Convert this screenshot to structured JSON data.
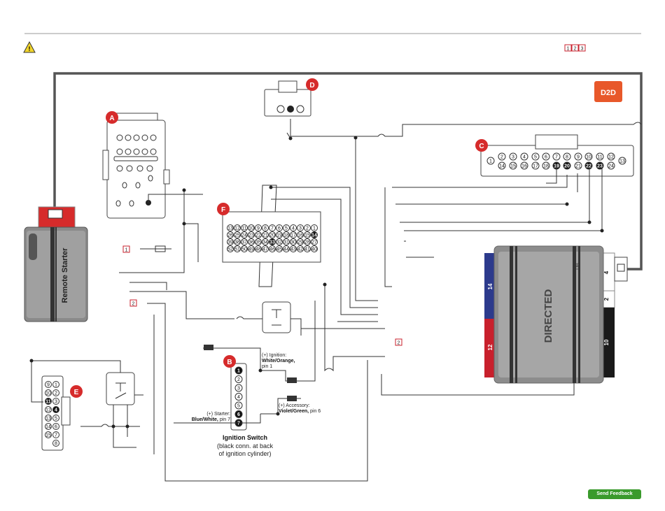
{
  "header": {
    "page_refs": [
      "1",
      "2",
      "3"
    ]
  },
  "connectors": {
    "a": "A",
    "b": "B",
    "c": "C",
    "d": "D",
    "e": "E",
    "f": "F"
  },
  "logo": {
    "text": "D2D"
  },
  "remote_starter": {
    "label": "Remote Starter"
  },
  "module": {
    "brand": "DIRECTED",
    "model": "DB",
    "port_labels": [
      "14",
      "12",
      "4",
      "2",
      "10"
    ],
    "colors": {
      "blue": "#2c3a8c",
      "red": "#c8202c",
      "black": "#1a1a1a",
      "silver": "#8c8c8c"
    }
  },
  "notes": {
    "ref_1": "1",
    "ref_2": "2",
    "ref_2b": "2"
  },
  "ignition_switch": {
    "title": "Ignition Switch",
    "subtitle_1": "(black conn. at back",
    "subtitle_2": "of ignition cylinder)",
    "ignition_line1": "(+) Ignition:",
    "ignition_line2": "White/Orange,",
    "ignition_line3": "pin 1",
    "starter_line1": "(+) Starter:",
    "starter_line2": "Blue/White,",
    "starter_line3": " pin 7",
    "accessory_line1": "(+) Accessory:",
    "accessory_line2": "Violet/Green,",
    "accessory_line3": " pin 6",
    "pins": [
      "1",
      "2",
      "3",
      "4",
      "5",
      "6",
      "7"
    ]
  },
  "connector_c": {
    "top_row": [
      "1",
      "2",
      "3",
      "4",
      "5",
      "6",
      "7",
      "8",
      "9",
      "10",
      "11",
      "12",
      "13"
    ],
    "bottom_row": [
      "14",
      "15",
      "16",
      "17",
      "18",
      "19",
      "20",
      "21",
      "22",
      "23",
      "24"
    ]
  },
  "connector_e": {
    "pins_left": [
      "9",
      "10",
      "11",
      "12",
      "13",
      "14",
      "15"
    ],
    "pins_right": [
      "1",
      "2",
      "3",
      "4",
      "5",
      "6",
      "7",
      "8"
    ]
  },
  "connector_f": {
    "row1": [
      "13",
      "12",
      "11",
      "10",
      "9",
      "8",
      "7",
      "6",
      "5",
      "4",
      "3",
      "2",
      "1"
    ],
    "row2": [
      "26",
      "25",
      "24",
      "23",
      "22",
      "21",
      "20",
      "19",
      "18",
      "17",
      "16",
      "15",
      "14"
    ],
    "row3": [
      "39",
      "38",
      "37",
      "36",
      "35",
      "34",
      "33",
      "32",
      "31",
      "30",
      "29",
      "28",
      "27"
    ],
    "row4": [
      "52",
      "51",
      "50",
      "49",
      "48",
      "47",
      "46",
      "45",
      "44",
      "43",
      "42",
      "41",
      "40"
    ]
  },
  "footer": {
    "feedback": "Send Feedback"
  }
}
